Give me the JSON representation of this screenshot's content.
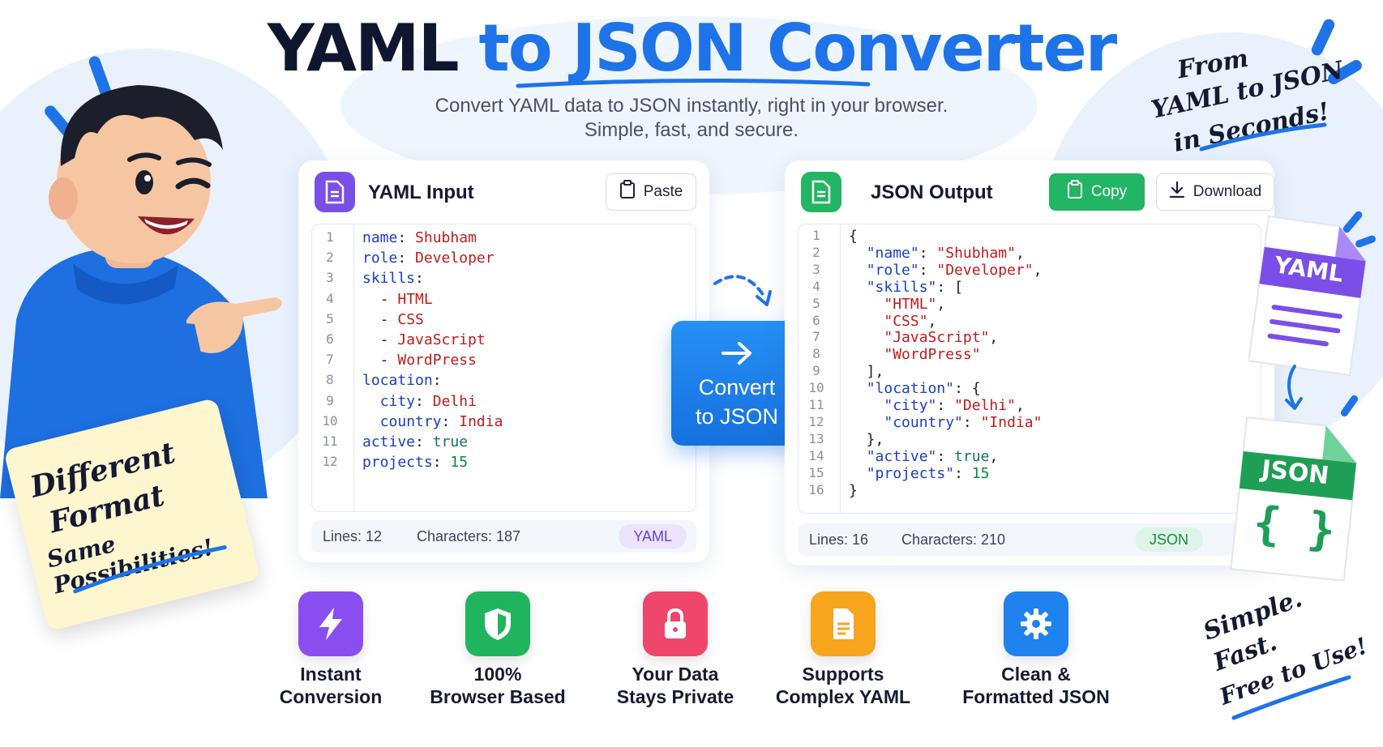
{
  "header": {
    "title_part1": "YAML",
    "title_part2": "to JSON Converter",
    "subtitle_line1": "Convert YAML data to JSON instantly, right in your browser.",
    "subtitle_line2": "Simple, fast, and secure."
  },
  "colors": {
    "accent_blue": "#1f73e8",
    "yaml_purple": "#7b4ee8",
    "json_green": "#22b563"
  },
  "yaml_panel": {
    "title": "YAML Input",
    "icon": "document-icon",
    "paste_label": "Paste",
    "paste_icon": "clipboard-icon",
    "lines": [
      {
        "n": "1",
        "parts": [
          [
            "key",
            "name"
          ],
          [
            "punct",
            ": "
          ],
          [
            "str",
            "Shubham"
          ]
        ]
      },
      {
        "n": "2",
        "parts": [
          [
            "key",
            "role"
          ],
          [
            "punct",
            ": "
          ],
          [
            "str",
            "Developer"
          ]
        ]
      },
      {
        "n": "3",
        "parts": [
          [
            "key",
            "skills"
          ],
          [
            "punct",
            ":"
          ]
        ]
      },
      {
        "n": "4",
        "parts": [
          [
            "punct",
            "  - "
          ],
          [
            "str",
            "HTML"
          ]
        ]
      },
      {
        "n": "5",
        "parts": [
          [
            "punct",
            "  - "
          ],
          [
            "str",
            "CSS"
          ]
        ]
      },
      {
        "n": "6",
        "parts": [
          [
            "punct",
            "  - "
          ],
          [
            "str",
            "JavaScript"
          ]
        ]
      },
      {
        "n": "7",
        "parts": [
          [
            "punct",
            "  - "
          ],
          [
            "str",
            "WordPress"
          ]
        ]
      },
      {
        "n": "8",
        "parts": [
          [
            "key",
            "location"
          ],
          [
            "punct",
            ":"
          ]
        ]
      },
      {
        "n": "9",
        "parts": [
          [
            "punct",
            "  "
          ],
          [
            "key",
            "city"
          ],
          [
            "punct",
            ": "
          ],
          [
            "str",
            "Delhi"
          ]
        ]
      },
      {
        "n": "10",
        "parts": [
          [
            "punct",
            "  "
          ],
          [
            "key",
            "country"
          ],
          [
            "punct",
            ": "
          ],
          [
            "str",
            "India"
          ]
        ]
      },
      {
        "n": "11",
        "parts": [
          [
            "key",
            "active"
          ],
          [
            "punct",
            ": "
          ],
          [
            "bool",
            "true"
          ]
        ]
      },
      {
        "n": "12",
        "parts": [
          [
            "key",
            "projects"
          ],
          [
            "punct",
            ": "
          ],
          [
            "num",
            "15"
          ]
        ]
      }
    ],
    "status_lines": "Lines: 12",
    "status_chars": "Characters: 187",
    "badge": "YAML"
  },
  "convert_button": {
    "icon": "arrow-right-icon",
    "label_line1": "Convert",
    "label_line2": "to JSON"
  },
  "json_panel": {
    "title": "JSON Output",
    "icon": "document-icon",
    "copy_label": "Copy",
    "copy_icon": "clipboard-icon",
    "download_label": "Download",
    "download_icon": "download-icon",
    "lines": [
      {
        "n": "1",
        "parts": [
          [
            "punct",
            "{"
          ]
        ]
      },
      {
        "n": "2",
        "parts": [
          [
            "punct",
            "  "
          ],
          [
            "key",
            "\"name\""
          ],
          [
            "punct",
            ": "
          ],
          [
            "str",
            "\"Shubham\""
          ],
          [
            "punct",
            ","
          ]
        ]
      },
      {
        "n": "3",
        "parts": [
          [
            "punct",
            "  "
          ],
          [
            "key",
            "\"role\""
          ],
          [
            "punct",
            ": "
          ],
          [
            "str",
            "\"Developer\""
          ],
          [
            "punct",
            ","
          ]
        ]
      },
      {
        "n": "4",
        "parts": [
          [
            "punct",
            "  "
          ],
          [
            "key",
            "\"skills\""
          ],
          [
            "punct",
            ": ["
          ]
        ]
      },
      {
        "n": "5",
        "parts": [
          [
            "punct",
            "    "
          ],
          [
            "str",
            "\"HTML\""
          ],
          [
            "punct",
            ","
          ]
        ]
      },
      {
        "n": "6",
        "parts": [
          [
            "punct",
            "    "
          ],
          [
            "str",
            "\"CSS\""
          ],
          [
            "punct",
            ","
          ]
        ]
      },
      {
        "n": "7",
        "parts": [
          [
            "punct",
            "    "
          ],
          [
            "str",
            "\"JavaScript\""
          ],
          [
            "punct",
            ","
          ]
        ]
      },
      {
        "n": "8",
        "parts": [
          [
            "punct",
            "    "
          ],
          [
            "str",
            "\"WordPress\""
          ]
        ]
      },
      {
        "n": "9",
        "parts": [
          [
            "punct",
            "  ],"
          ]
        ]
      },
      {
        "n": "10",
        "parts": [
          [
            "punct",
            "  "
          ],
          [
            "key",
            "\"location\""
          ],
          [
            "punct",
            ": {"
          ]
        ]
      },
      {
        "n": "11",
        "parts": [
          [
            "punct",
            "    "
          ],
          [
            "key",
            "\"city\""
          ],
          [
            "punct",
            ": "
          ],
          [
            "str",
            "\"Delhi\""
          ],
          [
            "punct",
            ","
          ]
        ]
      },
      {
        "n": "12",
        "parts": [
          [
            "punct",
            "    "
          ],
          [
            "key",
            "\"country\""
          ],
          [
            "punct",
            ": "
          ],
          [
            "str",
            "\"India\""
          ]
        ]
      },
      {
        "n": "13",
        "parts": [
          [
            "punct",
            "  },"
          ]
        ]
      },
      {
        "n": "14",
        "parts": [
          [
            "punct",
            "  "
          ],
          [
            "key",
            "\"active\""
          ],
          [
            "punct",
            ": "
          ],
          [
            "bool",
            "true"
          ],
          [
            "punct",
            ","
          ]
        ]
      },
      {
        "n": "15",
        "parts": [
          [
            "punct",
            "  "
          ],
          [
            "key",
            "\"projects\""
          ],
          [
            "punct",
            ": "
          ],
          [
            "num",
            "15"
          ]
        ]
      },
      {
        "n": "16",
        "parts": [
          [
            "punct",
            "}"
          ]
        ]
      }
    ],
    "status_lines": "Lines: 16",
    "status_chars": "Characters: 210",
    "badge": "JSON"
  },
  "features": [
    {
      "icon": "lightning-icon",
      "color": "#8a4ef0",
      "line1": "Instant",
      "line2": "Conversion"
    },
    {
      "icon": "shield-icon",
      "color": "#20b45f",
      "line1": "100%",
      "line2": "Browser Based"
    },
    {
      "icon": "lock-icon",
      "color": "#f0466b",
      "line1": "Your Data",
      "line2": "Stays Private"
    },
    {
      "icon": "document-icon",
      "color": "#f6a51d",
      "line1": "Supports",
      "line2": "Complex YAML"
    },
    {
      "icon": "gear-icon",
      "color": "#1f82ee",
      "line1": "Clean &",
      "line2": "Formatted JSON"
    }
  ],
  "notes": {
    "top_right": [
      "From",
      "YAML to JSON",
      "in Seconds!"
    ],
    "sticky": [
      "Different",
      "Format",
      "Same Possibilities!"
    ],
    "bottom_right": [
      "Simple.",
      "Fast.",
      "Free to Use!"
    ]
  },
  "file_cards": {
    "yaml_label": "YAML",
    "json_label": "JSON",
    "json_braces": "{ }"
  }
}
